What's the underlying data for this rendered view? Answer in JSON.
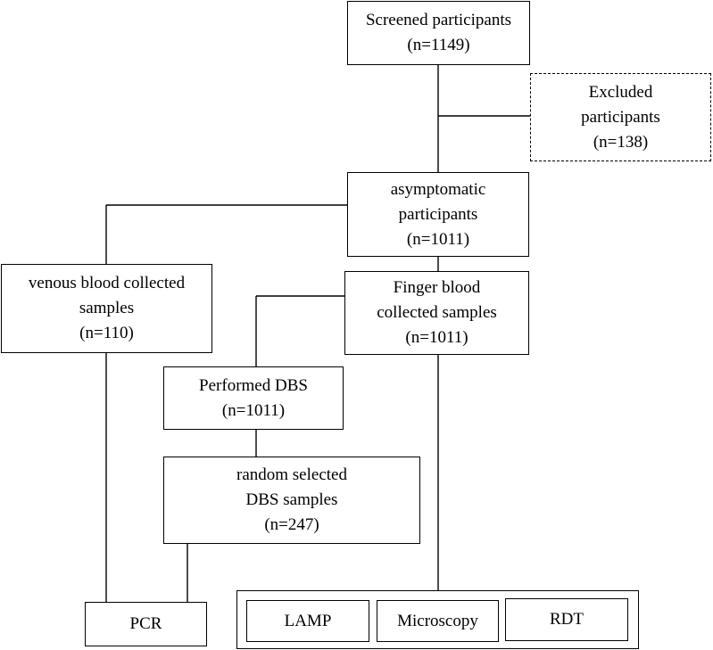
{
  "flowchart": {
    "screened": {
      "line1": "Screened participants",
      "line2": "(n=1149)"
    },
    "excluded": {
      "line1": "Excluded",
      "line2": "participants",
      "line3": "(n=138)"
    },
    "asymptomatic": {
      "line1": "asymptomatic",
      "line2": "participants",
      "line3": "(n=1011)"
    },
    "venous": {
      "line1": "venous blood collected",
      "line2": "samples",
      "line3": "(n=110)"
    },
    "finger": {
      "line1": "Finger blood",
      "line2": "collected samples",
      "line3": "(n=1011)"
    },
    "dbs": {
      "line1": "Performed DBS",
      "line2": "(n=1011)"
    },
    "random": {
      "line1": "random selected",
      "line2": "DBS samples",
      "line3": "(n=247)"
    },
    "pcr": {
      "label": "PCR"
    },
    "lamp": {
      "label": "LAMP"
    },
    "microscopy": {
      "label": "Microscopy"
    },
    "rdt": {
      "label": "RDT"
    }
  }
}
